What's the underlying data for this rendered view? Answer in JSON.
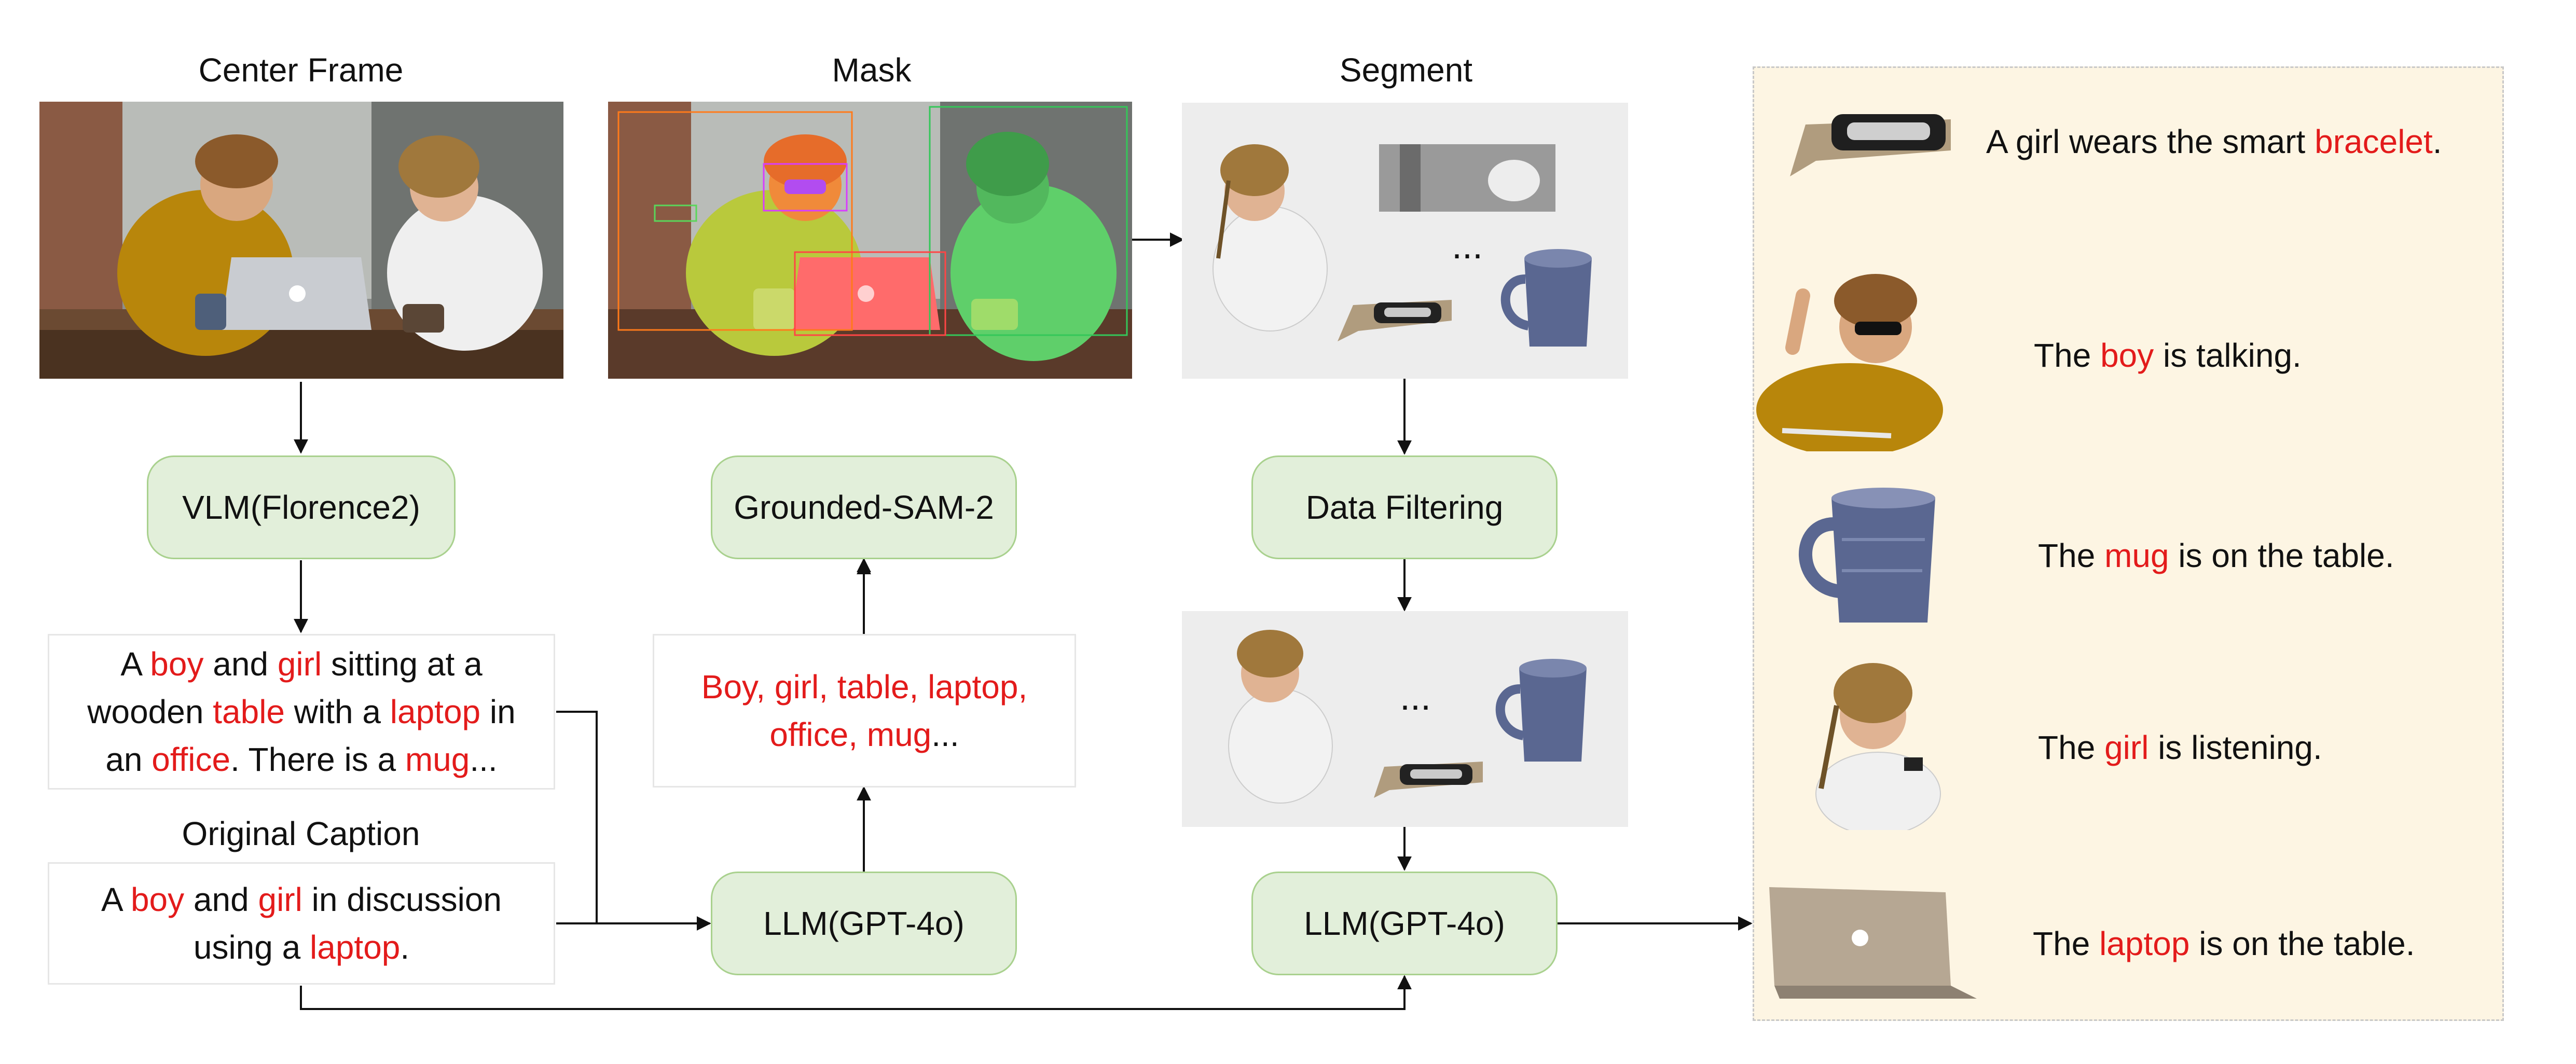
{
  "diagram": {
    "titles": {
      "center_frame": "Center Frame",
      "mask": "Mask",
      "segment": "Segment",
      "original_caption": "Original Caption"
    },
    "nodes": {
      "vlm": "VLM(Florence2)",
      "grounded_sam": "Grounded-SAM-2",
      "data_filtering": "Data Filtering",
      "llm_left": "LLM(GPT-4o)",
      "llm_right": "LLM(GPT-4o)"
    },
    "vlm_caption": {
      "line1": [
        {
          "t": "A ",
          "hl": false
        },
        {
          "t": "boy",
          "hl": true
        },
        {
          "t": " and ",
          "hl": false
        },
        {
          "t": "girl",
          "hl": true
        },
        {
          "t": " sitting at a",
          "hl": false
        }
      ],
      "line2": [
        {
          "t": "wooden ",
          "hl": false
        },
        {
          "t": "table",
          "hl": true
        },
        {
          "t": " with a ",
          "hl": false
        },
        {
          "t": "laptop",
          "hl": true
        },
        {
          "t": " in",
          "hl": false
        }
      ],
      "line3": [
        {
          "t": "an ",
          "hl": false
        },
        {
          "t": "office",
          "hl": true
        },
        {
          "t": ". There is a ",
          "hl": false
        },
        {
          "t": "mug",
          "hl": true
        },
        {
          "t": "...",
          "hl": false
        }
      ]
    },
    "original_caption": {
      "line1": [
        {
          "t": "A ",
          "hl": false
        },
        {
          "t": "boy",
          "hl": true
        },
        {
          "t": " and ",
          "hl": false
        },
        {
          "t": "girl",
          "hl": true
        },
        {
          "t": " in discussion",
          "hl": false
        }
      ],
      "line2": [
        {
          "t": "using a ",
          "hl": false
        },
        {
          "t": "laptop",
          "hl": true
        },
        {
          "t": ".",
          "hl": false
        }
      ]
    },
    "object_list": {
      "line1": [
        {
          "t": "Boy, girl, table, laptop,",
          "hl": true
        }
      ],
      "line2": [
        {
          "t": "office, mug",
          "hl": true
        },
        {
          "t": "...",
          "hl": false
        }
      ]
    },
    "ellipsis": "...",
    "outputs": [
      [
        {
          "t": "A girl wears the smart ",
          "hl": false
        },
        {
          "t": "bracelet",
          "hl": true
        },
        {
          "t": ".",
          "hl": false
        }
      ],
      [
        {
          "t": "The ",
          "hl": false
        },
        {
          "t": "boy",
          "hl": true
        },
        {
          "t": " is talking.",
          "hl": false
        }
      ],
      [
        {
          "t": "The ",
          "hl": false
        },
        {
          "t": "mug",
          "hl": true
        },
        {
          "t": " is on the table.",
          "hl": false
        }
      ],
      [
        {
          "t": "The ",
          "hl": false
        },
        {
          "t": "girl",
          "hl": true
        },
        {
          "t": " is listening.",
          "hl": false
        }
      ],
      [
        {
          "t": "The ",
          "hl": false
        },
        {
          "t": "laptop",
          "hl": true
        },
        {
          "t": " is on the table.",
          "hl": false
        }
      ]
    ],
    "colors": {
      "highlight": "#e31b1b",
      "node_fill": "#e2efda",
      "node_border": "#a9d18e",
      "output_panel": "#fdf5e3",
      "mask_boy": "#f08a3a",
      "mask_girl": "#5fcf6a",
      "mask_laptop": "#ff6b6b"
    }
  }
}
